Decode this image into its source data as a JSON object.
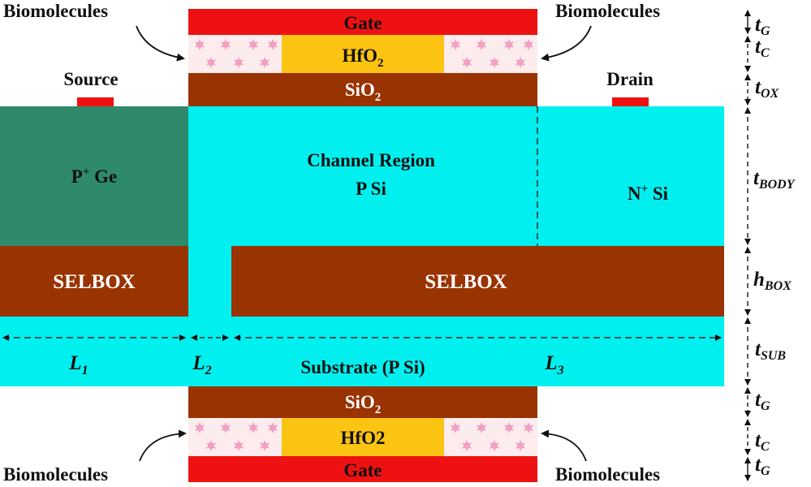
{
  "labels": {
    "bio_tl": "Biomolecules",
    "bio_tr": "Biomolecules",
    "bio_bl": "Biomolecules",
    "bio_br": "Biomolecules",
    "gate_top": "Gate",
    "gate_bottom": "Gate",
    "hfo2_top_base": "HfO",
    "hfo2_top_sub": "2",
    "sio2_top_base": "SiO",
    "sio2_top_sub": "2",
    "sio2_bottom_base": "SiO",
    "sio2_bottom_sub": "2",
    "hfo2_bottom": "HfO2",
    "source": "Source",
    "drain": "Drain",
    "source_region_base": "P",
    "source_region_sup": "+",
    "source_region_rest": " Ge",
    "channel_line1": "Channel Region",
    "channel_line2": "P Si",
    "drain_region_base": "N",
    "drain_region_sup": "+",
    "drain_region_rest": " Si",
    "selbox_left": "SELBOX",
    "selbox_right": "SELBOX",
    "substrate": "Substrate (P Si)"
  },
  "lengths": {
    "l1": {
      "base": "L",
      "sub": "1"
    },
    "l2": {
      "base": "L",
      "sub": "2"
    },
    "l3": {
      "base": "L",
      "sub": "3"
    }
  },
  "thickness": {
    "tg_top": {
      "base": "t",
      "sub": "G"
    },
    "tc_top": {
      "base": "t",
      "sub": "C"
    },
    "tox": {
      "base": "t",
      "sub": "OX"
    },
    "tbody": {
      "base": "t",
      "sub": "BODY"
    },
    "hbox": {
      "base": "h",
      "sub": "BOX"
    },
    "tsub": {
      "base": "t",
      "sub": "SUB"
    },
    "tg_mid": {
      "base": "t",
      "sub": "G"
    },
    "tc_bottom": {
      "base": "t",
      "sub": "C"
    },
    "tg_bottom": {
      "base": "t",
      "sub": "G"
    }
  },
  "colors": {
    "gate": "#ee1111",
    "hfo2": "#fbc312",
    "sio2": "#993300",
    "channel": "#00f0f0",
    "source_ge": "#2e8a6a",
    "biomolecule_dot": "#f2a0c4",
    "cavity": "#fcecee"
  }
}
